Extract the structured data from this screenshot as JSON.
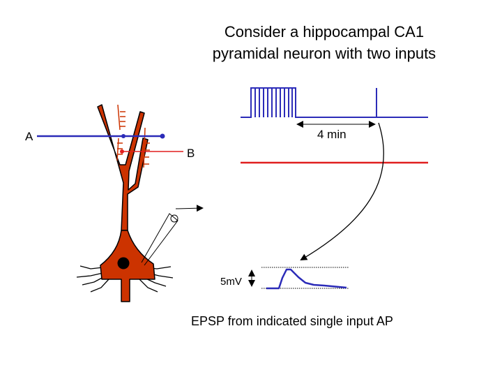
{
  "title_line1": "Consider a hippocampal CA1",
  "title_line2": "pyramidal neuron with two inputs",
  "input_a_label": "A",
  "input_b_label": "B",
  "interval_label": "4 min",
  "scale_label": "5mV",
  "caption": "EPSP from indicated single input AP",
  "colors": {
    "neuron": "#cc3300",
    "neuron_outline": "#000000",
    "input_a": "#2b2bb8",
    "input_b": "#e01e1e",
    "arrows": "#000000"
  }
}
